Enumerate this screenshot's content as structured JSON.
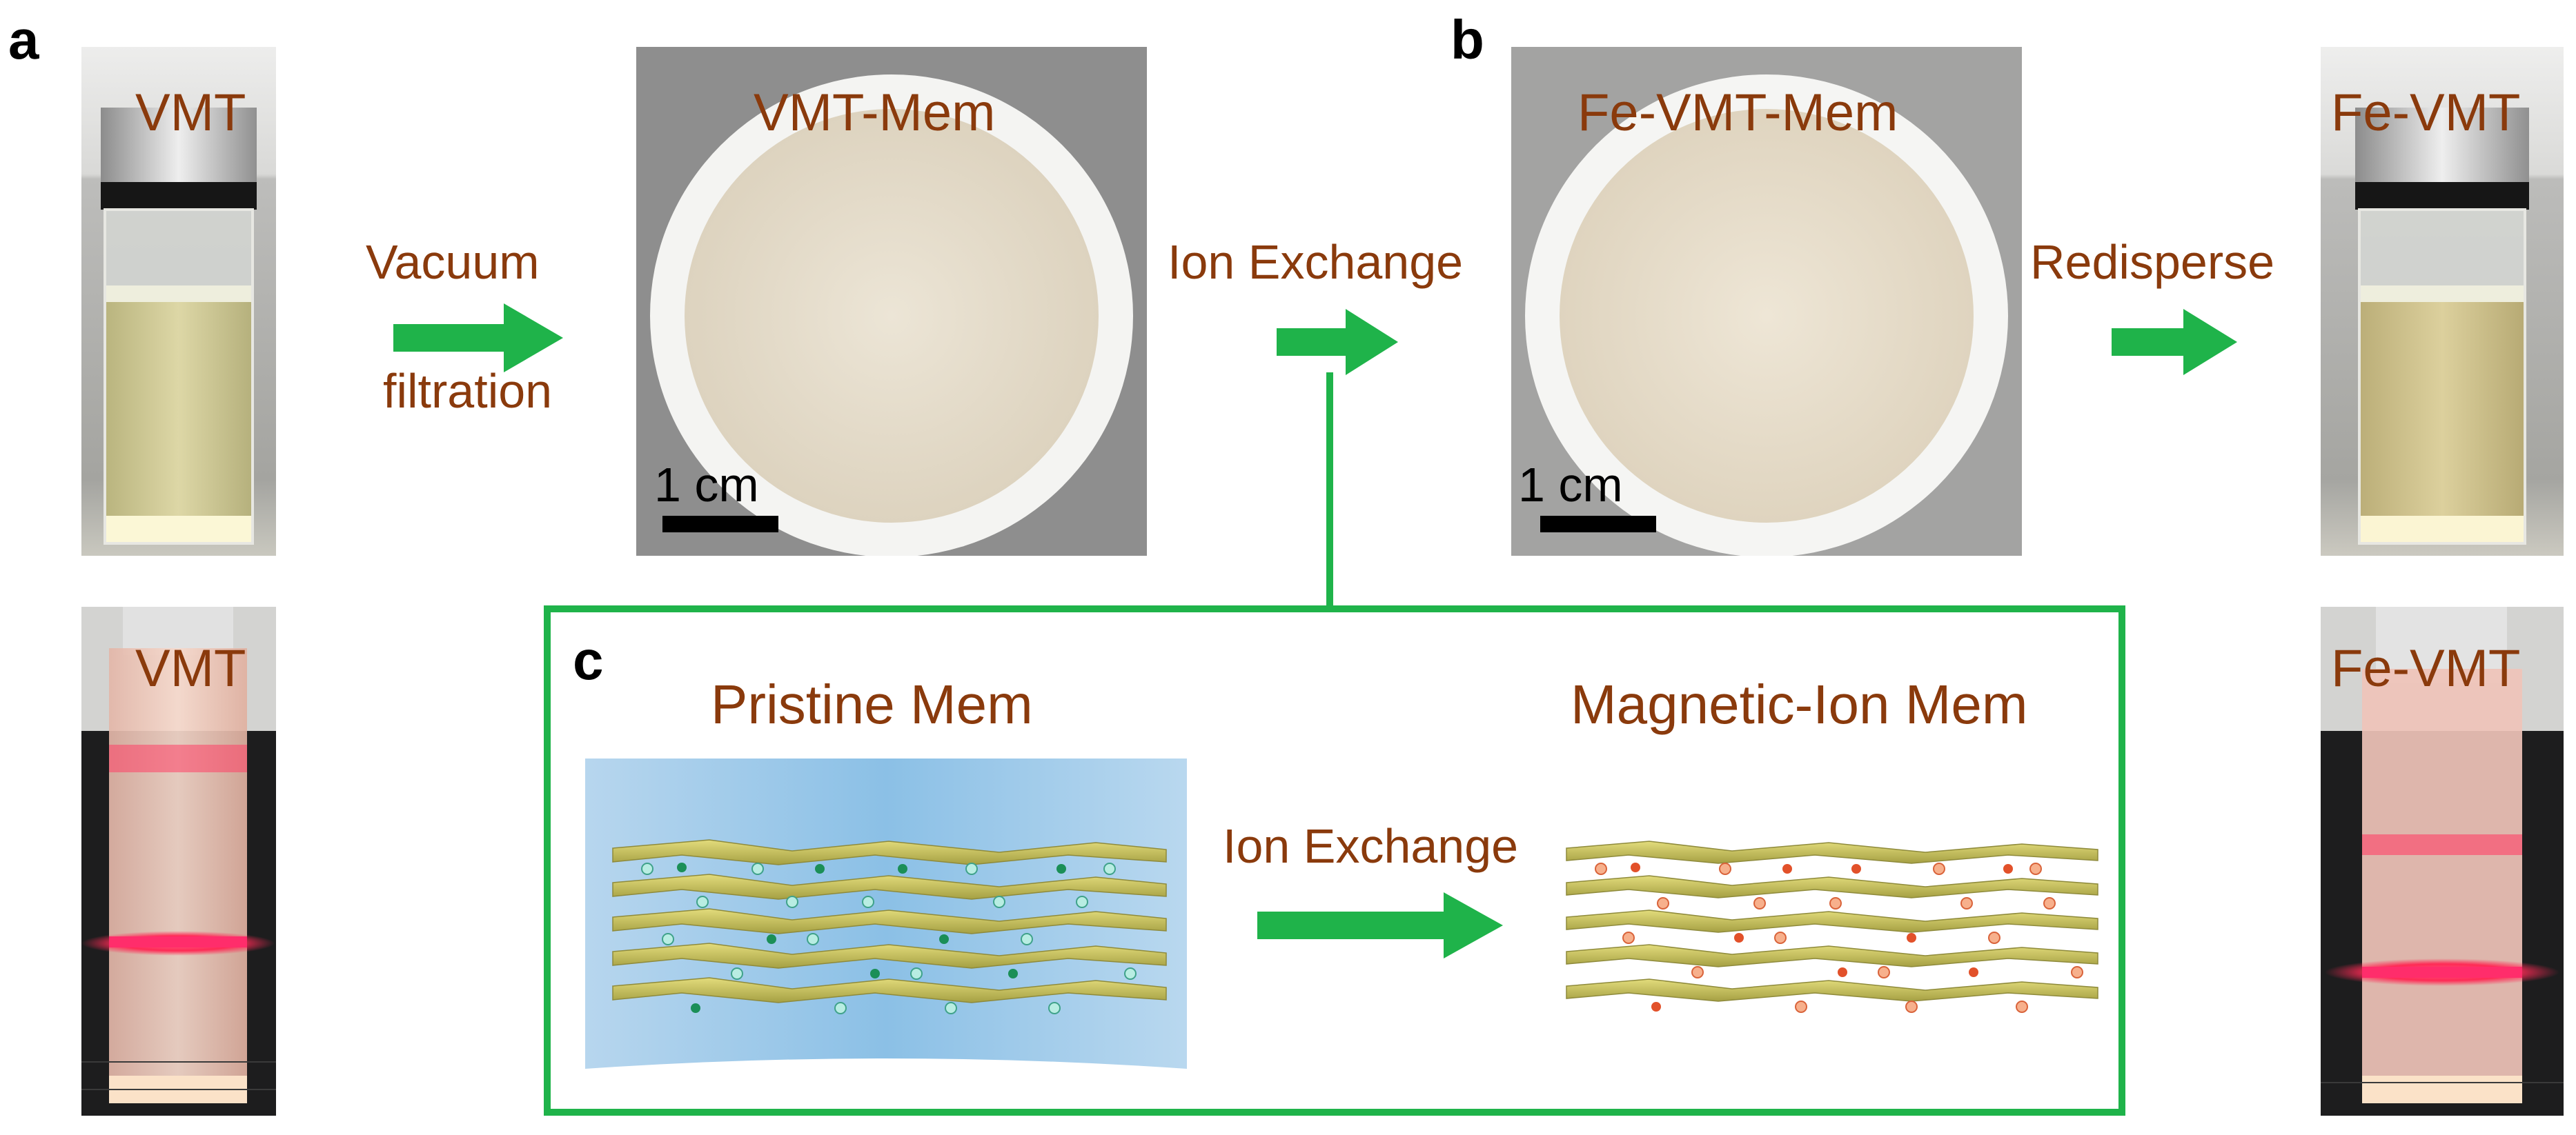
{
  "panels": {
    "a": "a",
    "b": "b",
    "c": "c"
  },
  "labels": {
    "vmt_top": "VMT",
    "vmt_bottom": "VMT",
    "vacuum_line1": "Vacuum",
    "vacuum_line2": "filtration",
    "vmt_mem": "VMT-Mem",
    "ion_exchange_top": "Ion Exchange",
    "fe_vmt_mem": "Fe-VMT-Mem",
    "redisperse": "Redisperse",
    "fe_vmt_top": "Fe-VMT",
    "fe_vmt_bottom": "Fe-VMT",
    "scale_left": "1 cm",
    "scale_right": "1 cm",
    "pristine_mem": "Pristine Mem",
    "magnetic_ion_mem": "Magnetic-Ion Mem",
    "ion_exchange_bottom": "Ion Exchange"
  },
  "colors": {
    "label_text": "#8a3a0c",
    "arrow_green": "#1fb34a",
    "box_green": "#1fb34a",
    "laser_red": "#ff2a55"
  }
}
